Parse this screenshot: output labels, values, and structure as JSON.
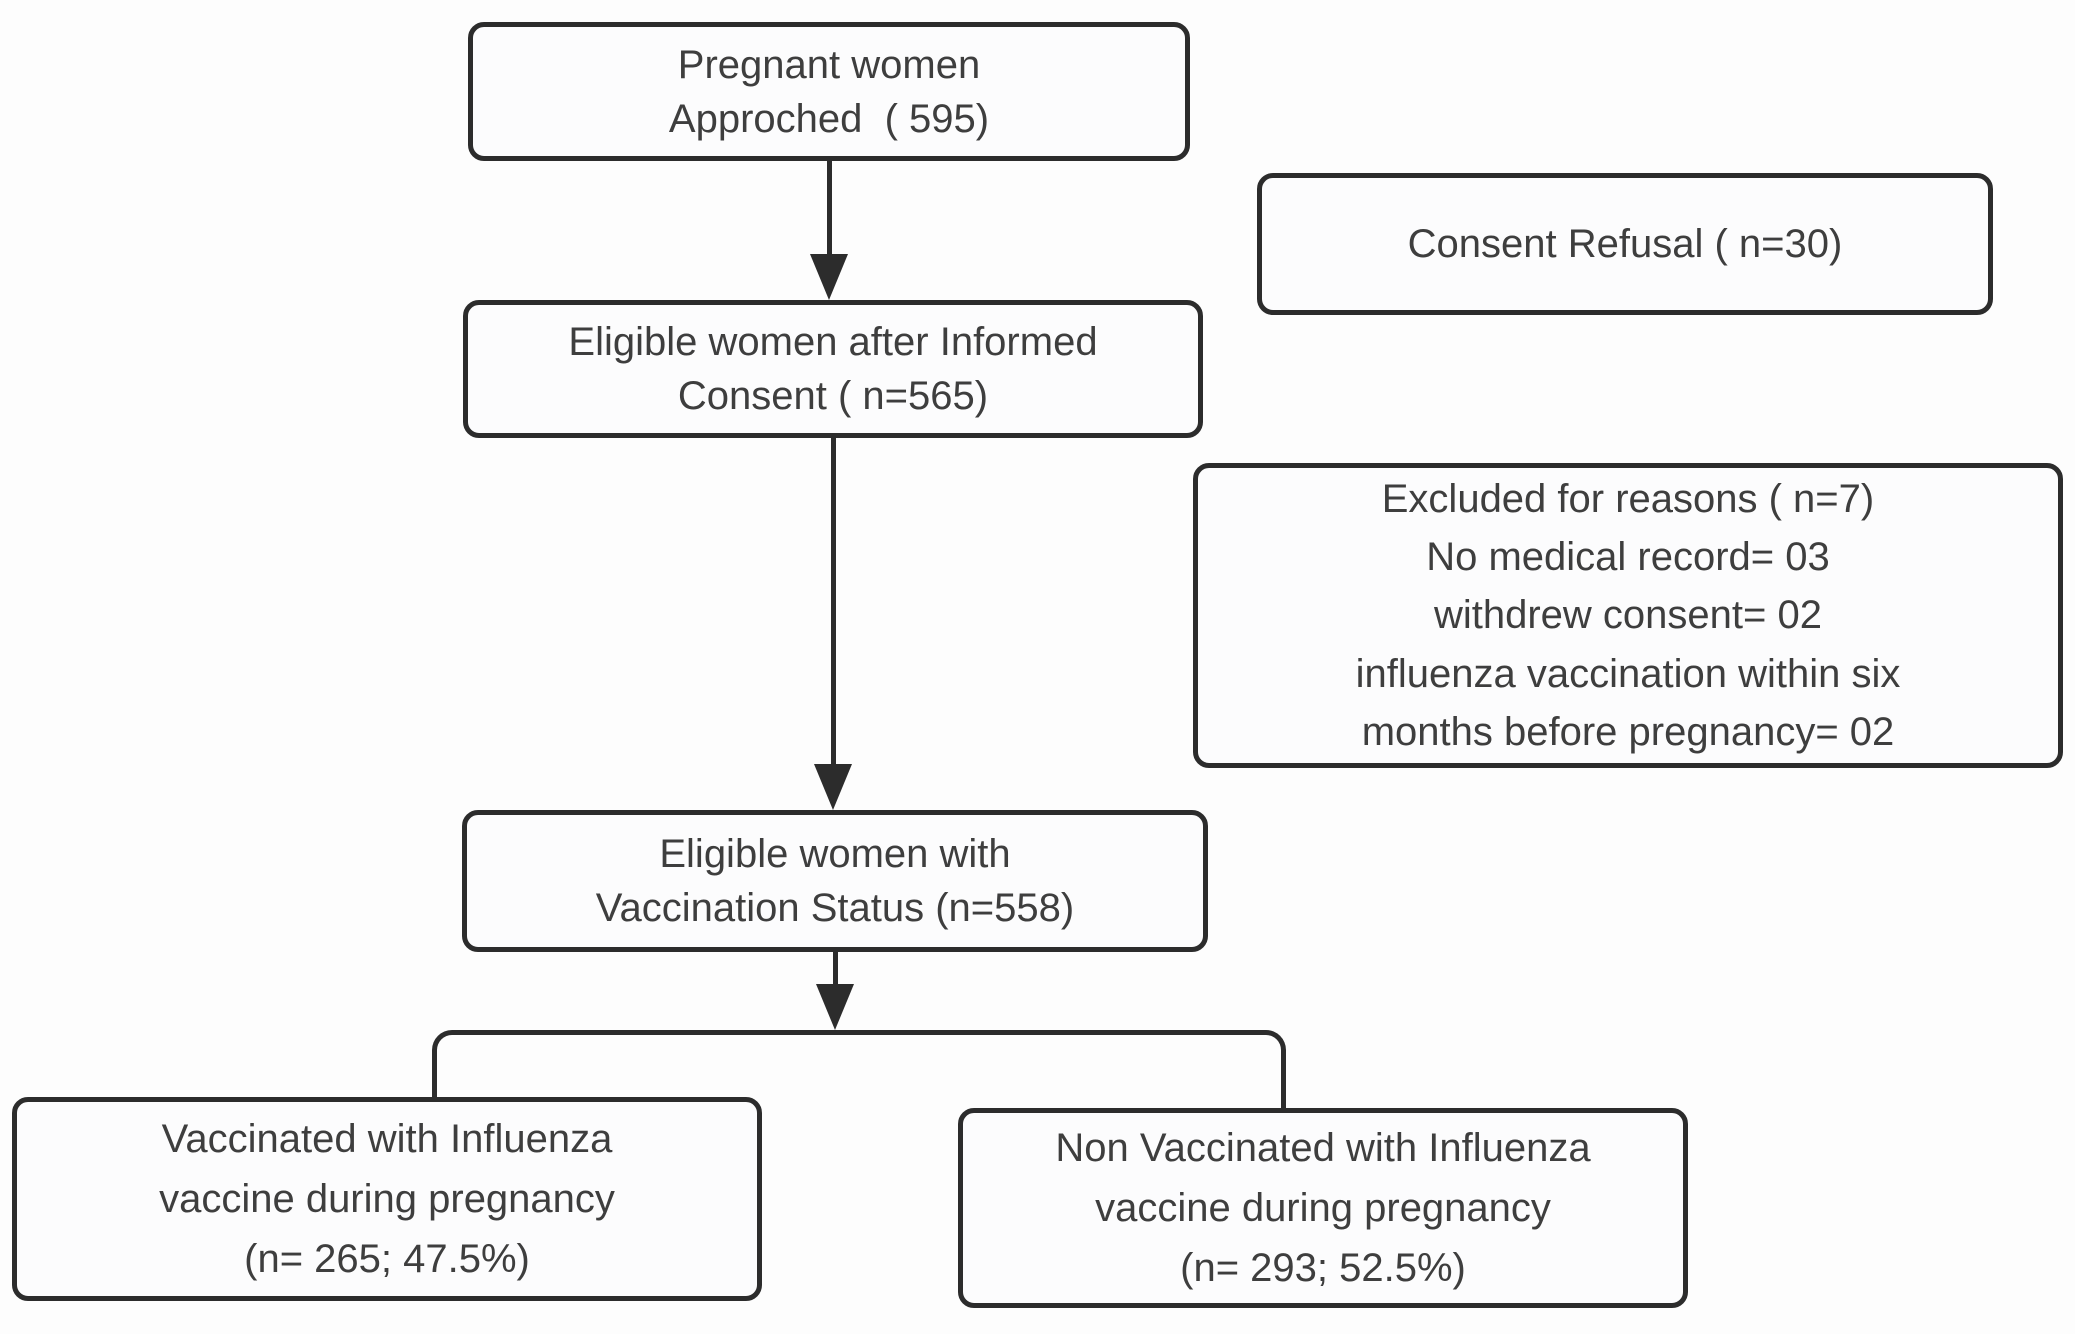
{
  "colors": {
    "border": "#2c2c2c",
    "text": "#3e3e3e",
    "background": "#fdfdfd"
  },
  "nodes": {
    "approached": {
      "lines": [
        "Pregnant women",
        "Approched  ( 595)"
      ]
    },
    "consent_refusal": {
      "lines": [
        "Consent Refusal ( n=30)"
      ]
    },
    "eligible_after_consent": {
      "lines": [
        "Eligible women after Informed",
        "Consent ( n=565)"
      ]
    },
    "excluded": {
      "lines": [
        "Excluded for reasons ( n=7)",
        "No medical record= 03",
        "withdrew consent= 02",
        "influenza vaccination within six",
        "months before pregnancy= 02"
      ]
    },
    "eligible_with_status": {
      "lines": [
        "Eligible women with",
        "Vaccination Status (n=558)"
      ]
    },
    "vaccinated": {
      "lines": [
        "Vaccinated with Influenza",
        "vaccine during pregnancy",
        "(n= 265; 47.5%)"
      ]
    },
    "non_vaccinated": {
      "lines": [
        "Non Vaccinated with Influenza",
        "vaccine during pregnancy",
        "(n= 293; 52.5%)"
      ]
    }
  }
}
